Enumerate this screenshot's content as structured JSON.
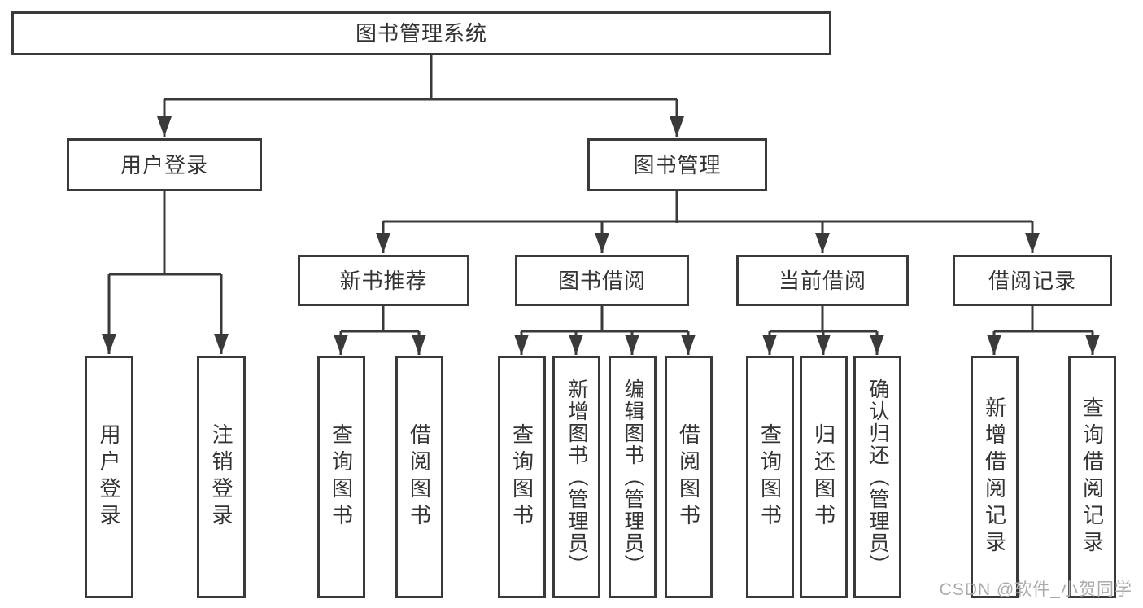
{
  "tree": {
    "root": {
      "label": "图书管理系统",
      "children": [
        {
          "label": "用户登录",
          "children": [
            {
              "label": "用户登录"
            },
            {
              "label": "注销登录"
            }
          ]
        },
        {
          "label": "图书管理",
          "children": [
            {
              "label": "新书推荐",
              "children": [
                {
                  "label": "查询图书"
                },
                {
                  "label": "借阅图书"
                }
              ]
            },
            {
              "label": "图书借阅",
              "children": [
                {
                  "label": "查询图书"
                },
                {
                  "label": "新增图书（管理员）"
                },
                {
                  "label": "编辑图书（管理员）"
                },
                {
                  "label": "借阅图书"
                }
              ]
            },
            {
              "label": "当前借阅",
              "children": [
                {
                  "label": "查询图书"
                },
                {
                  "label": "归还图书"
                },
                {
                  "label": "确认归还（管理员）"
                }
              ]
            },
            {
              "label": "借阅记录",
              "children": [
                {
                  "label": "新增借阅记录"
                },
                {
                  "label": "查询借阅记录"
                }
              ]
            }
          ]
        }
      ]
    }
  },
  "watermark": {
    "text": "CSDN @软件_小贺同学"
  },
  "colors": {
    "line": "#3a3a3a",
    "text": "#333333",
    "background": "#ffffff",
    "watermark": "#ababab"
  }
}
